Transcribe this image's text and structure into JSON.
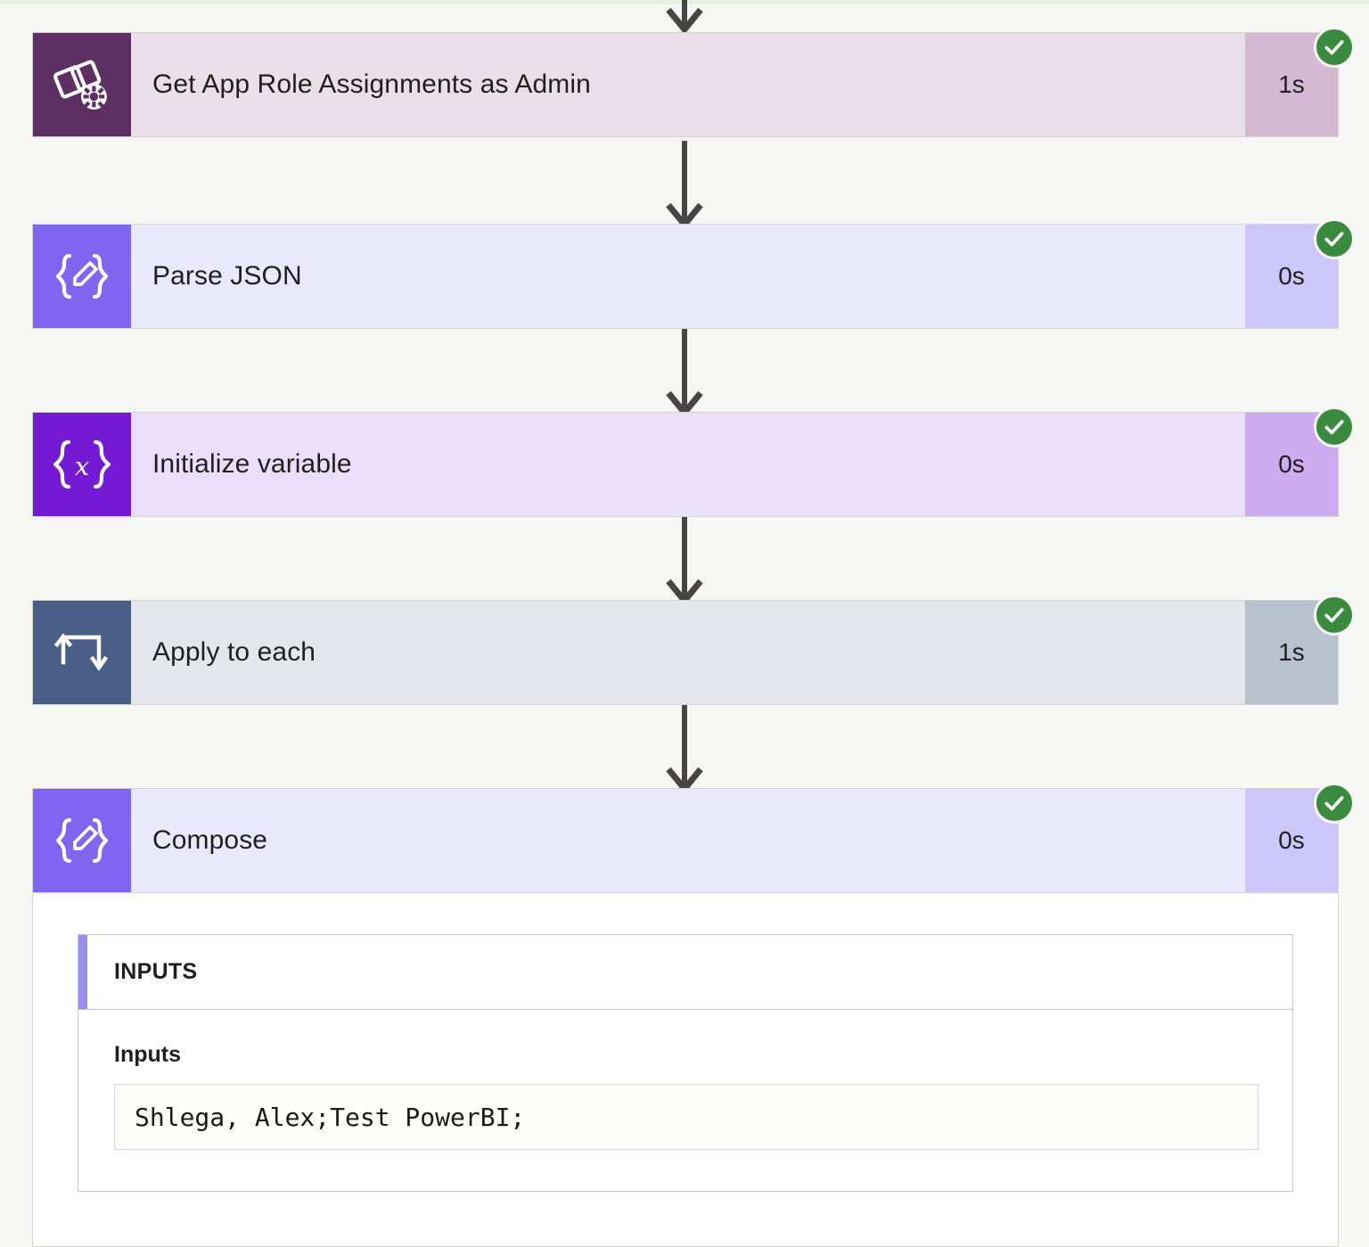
{
  "page": {
    "background_color": "#f6f6f4",
    "top_strip_color": "#e4f0e0"
  },
  "flow": {
    "steps": [
      {
        "name": "Get App Role Assignments as Admin",
        "duration": "1s",
        "status": "succeeded",
        "icon": "azure-ad-app-role-icon",
        "icon_bg": "#5d2f63",
        "card_bg": "#eadfe8",
        "duration_bg": "#d5b8d2"
      },
      {
        "name": "Parse JSON",
        "duration": "0s",
        "status": "succeeded",
        "icon": "braces-pencil-icon",
        "icon_bg": "#8065f0",
        "card_bg": "#eae8fd",
        "duration_bg": "#cdc6fb"
      },
      {
        "name": "Initialize variable",
        "duration": "0s",
        "status": "succeeded",
        "icon": "braces-x-variable-icon",
        "icon_bg": "#7419d4",
        "card_bg": "#eadffa",
        "duration_bg": "#ceaaef"
      },
      {
        "name": "Apply to each",
        "duration": "1s",
        "status": "succeeded",
        "icon": "loop-arrow-icon",
        "icon_bg": "#4a5f87",
        "card_bg": "#e3e6ea",
        "duration_bg": "#b9c2cf"
      },
      {
        "name": "Compose",
        "duration": "0s",
        "status": "succeeded",
        "icon": "braces-pencil-icon",
        "icon_bg": "#8065f0",
        "card_bg": "#eae8fd",
        "duration_bg": "#cdc6fb"
      }
    ],
    "status_icon": "success-check-icon",
    "status_color": "#3a8a3f",
    "connector_icon": "down-arrow-icon",
    "connector_color": "#484644"
  },
  "details": {
    "section_title": "INPUTS",
    "accent_color": "#9a8df0",
    "field_label": "Inputs",
    "field_value": "Shlega, Alex;Test PowerBI;"
  }
}
